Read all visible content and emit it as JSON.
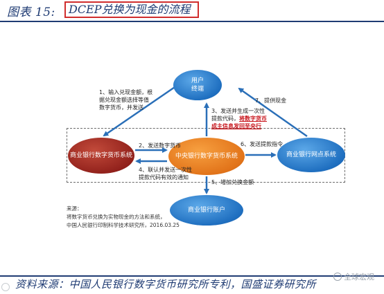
{
  "header": {
    "label": "图表 15:",
    "title": "DCEP兑换为现金的流程"
  },
  "nodes": {
    "user": {
      "line1": "用户",
      "line2": "终端"
    },
    "commercial_bank_system": "商业银行数字货币系统",
    "central_bank_system": "中央银行数字货币系统",
    "commercial_bank_outlet_system": "商业银行网点系统",
    "commercial_bank_account": "商业银行账户"
  },
  "steps": {
    "s1": [
      "1、输入兑现金额，根",
      "据兑现金额选择等值",
      "数字货币，并发送"
    ],
    "s2": "2、发送数字货币",
    "s3_line1": "3、发送并生成一次性",
    "s3_line2_prefix": "提款代码，",
    "s3_line2_red": "将数字货币",
    "s3_line3_red": "成主信息发回至央行",
    "s4": [
      "4、联认并发送一次性",
      "提款代码有效的通知"
    ],
    "s5": "5、增加兑换金额",
    "s6": "6、发送提款指令",
    "s7": "7、提供现金"
  },
  "note": {
    "lines": [
      "来源：",
      "将数字货币兑换为实物现金的方法和系统，",
      "中国人民银行印制科学技术研究所，2016.03.25"
    ]
  },
  "footer": {
    "source": "资料来源：中国人民银行数字货币研究所专利，国盛证券研究所"
  },
  "watermark": {
    "text": "全球宏观"
  },
  "colors": {
    "navy": "#1f3b73",
    "red_border": "#d02c2c",
    "blue_node": "#1f6fc0",
    "dark_red_node": "#8f1f1a",
    "orange_node": "#e2741a",
    "arrow_blue": "#2a6fb8"
  }
}
